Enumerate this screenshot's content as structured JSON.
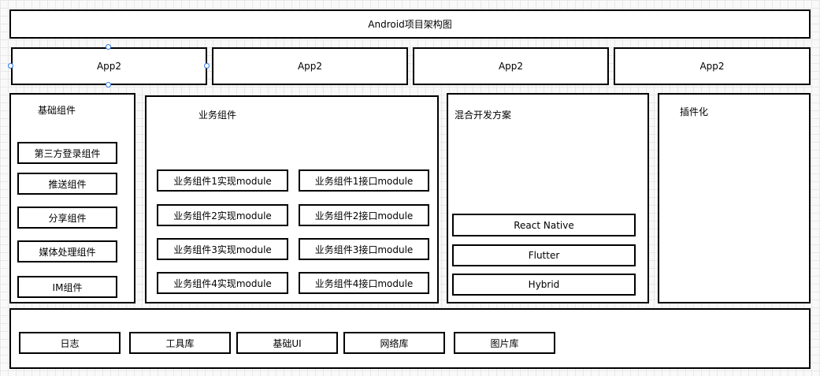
{
  "header": {
    "title": "Android项目架构图"
  },
  "apps": [
    "App2",
    "App2",
    "App2",
    "App2"
  ],
  "base_components": {
    "title": "基础组件",
    "items": [
      "第三方登录组件",
      "推送组件",
      "分享组件",
      "媒体处理组件",
      "IM组件"
    ]
  },
  "business_components": {
    "title": "业务组件",
    "implementation": [
      "业务组件1实现module",
      "业务组件2实现module",
      "业务组件3实现module",
      "业务组件4实现module"
    ],
    "interfaces": [
      "业务组件1接口module",
      "业务组件2接口module",
      "业务组件3接口module",
      "业务组件4接口module"
    ]
  },
  "hybrid_dev": {
    "title": "混合开发方案",
    "items": [
      "React Native",
      "Flutter",
      "Hybrid"
    ]
  },
  "plugin": {
    "title": "插件化"
  },
  "foundation": {
    "items": [
      "日志",
      "工具库",
      "基础UI",
      "网络库",
      "图片库"
    ]
  },
  "colors": {
    "selection_handle": "#2c7be5",
    "border": "#000000",
    "grid": "#e8e8e8"
  }
}
